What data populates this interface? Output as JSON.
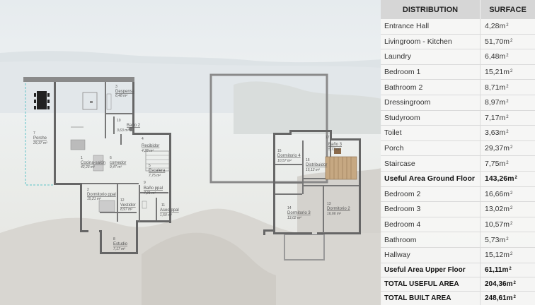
{
  "table": {
    "header": {
      "distribution": "DISTRIBUTION",
      "surface": "SURFACE"
    },
    "unit": "m",
    "unit_exp": "2",
    "rows": [
      {
        "name": "Entrance Hall",
        "value": "4,28",
        "bold": false
      },
      {
        "name": "Livingroom - Kitchen",
        "value": "51,70",
        "bold": false
      },
      {
        "name": "Laundry",
        "value": "6,48",
        "bold": false
      },
      {
        "name": "Bedroom 1",
        "value": "15,21",
        "bold": false
      },
      {
        "name": "Bathroom 2",
        "value": "8,71",
        "bold": false
      },
      {
        "name": "Dressingroom",
        "value": "8,97",
        "bold": false
      },
      {
        "name": "Studyroom",
        "value": "7,17",
        "bold": false
      },
      {
        "name": "Toilet",
        "value": "3,63",
        "bold": false
      },
      {
        "name": "Porch",
        "value": "29,37",
        "bold": false
      },
      {
        "name": "Staircase",
        "value": "7,75",
        "bold": false
      },
      {
        "name": "Useful Area Ground Floor",
        "value": "143,26",
        "bold": true
      },
      {
        "name": "Bedroom 2",
        "value": "16,66",
        "bold": false
      },
      {
        "name": "Bedroom 3",
        "value": "13,02",
        "bold": false
      },
      {
        "name": "Bedroom 4",
        "value": "10,57",
        "bold": false
      },
      {
        "name": "Bathroom",
        "value": "5,73",
        "bold": false
      },
      {
        "name": "Hallway",
        "value": "15,12",
        "bold": false
      },
      {
        "name": "Useful Area Upper Floor",
        "value": "61,11",
        "bold": true
      },
      {
        "name": "TOTAL USEFUL AREA",
        "value": "204,36",
        "bold": true
      },
      {
        "name": "TOTAL BUILT AREA",
        "value": "248,61",
        "bold": true
      }
    ]
  },
  "ground_floor": {
    "rooms": [
      {
        "num": "1",
        "name": "Cocina-salón",
        "area": "42,23 m²"
      },
      {
        "num": "2",
        "name": "Dormitorio ppal",
        "area": "15,21 m²"
      },
      {
        "num": "3",
        "name": "Despensa",
        "area": "6,48 m²"
      },
      {
        "num": "4",
        "name": "Recibidor",
        "area": "4,28 m²"
      },
      {
        "num": "5",
        "name": "Escalera",
        "area": "7,75 m²"
      },
      {
        "num": "6",
        "name": "comedor",
        "area": "9,47 m²"
      },
      {
        "num": "7",
        "name": "Porche",
        "area": "29,37 m²"
      },
      {
        "num": "8",
        "name": "Estudio",
        "area": "7,17 m²"
      },
      {
        "num": "9",
        "name": "Baño ppal",
        "area": "7,21 m²"
      },
      {
        "num": "10",
        "name": "Baño 2",
        "area": "3,63 m²"
      },
      {
        "num": "11",
        "name": "Aseo ppal",
        "area": "1,50 m²"
      },
      {
        "num": "12",
        "name": "Vestidor",
        "area": "8,97 m²"
      }
    ]
  },
  "upper_floor": {
    "rooms": [
      {
        "num": "13",
        "name": "Dormitorio 2",
        "area": "16,66 m²"
      },
      {
        "num": "14",
        "name": "Dormitorio 3",
        "area": "13,02 m²"
      },
      {
        "num": "15",
        "name": "Dormitorio 4",
        "area": "10,57 m²"
      },
      {
        "num": "16",
        "name": "Distribuidor",
        "area": "15,12 m²"
      },
      {
        "num": "17",
        "name": "Baño 3",
        "area": "5,73 m²"
      }
    ]
  }
}
